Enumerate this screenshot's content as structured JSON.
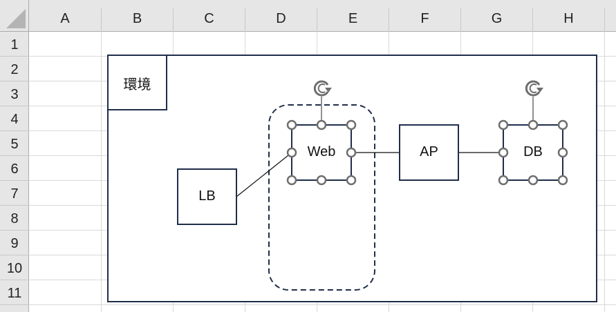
{
  "sheet": {
    "columns": [
      "A",
      "B",
      "C",
      "D",
      "E",
      "F",
      "G",
      "H"
    ],
    "rows": [
      "1",
      "2",
      "3",
      "4",
      "5",
      "6",
      "7",
      "8",
      "9",
      "10",
      "11"
    ]
  },
  "diagram": {
    "container_label": "環境",
    "nodes": {
      "lb": "LB",
      "web": "Web",
      "ap": "AP",
      "db": "DB"
    },
    "colors": {
      "shape_border": "#1f2d4a",
      "handle": "#6e6e6e",
      "connector": "#111111"
    },
    "selected_shapes": [
      "Web",
      "DB"
    ]
  }
}
